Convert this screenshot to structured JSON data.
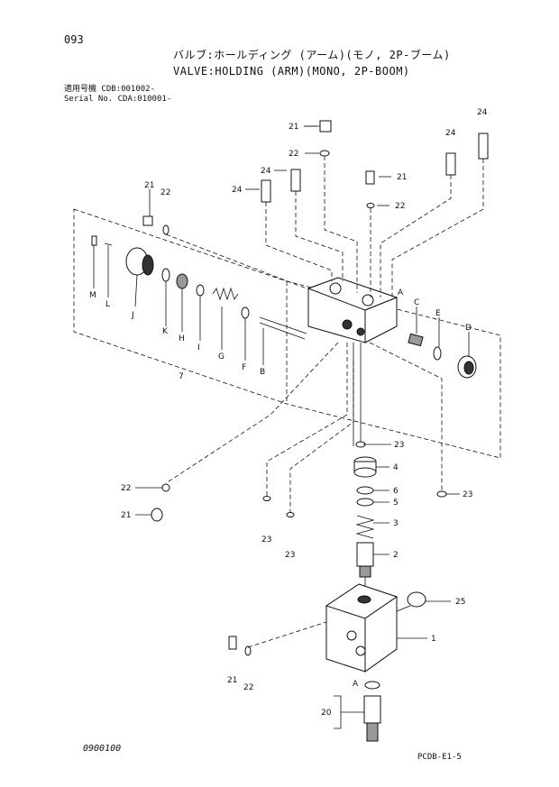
{
  "header": {
    "page_number": "093",
    "title_jp": "バルブ:ホールディング (アーム)(モノ, 2P-ブーム)",
    "title_en": "VALVE:HOLDING (ARM)(MONO, 2P-BOOM)",
    "serial_line_1": "適用号機 CDB:001002-",
    "serial_line_2": "Serial No. CDA:010001-"
  },
  "footer": {
    "drawing_number": "0900100",
    "page_ref": "PCDB-E1-5"
  },
  "callouts": {
    "c1": "1",
    "c2": "2",
    "c3": "3",
    "c4": "4",
    "c5": "5",
    "c6": "6",
    "c7": "7",
    "c20": "20",
    "c25": "25",
    "c21a": "21",
    "c21b": "21",
    "c21c": "21",
    "c21d": "21",
    "c21e": "21",
    "c22a": "22",
    "c22b": "22",
    "c22c": "22",
    "c22d": "22",
    "c22e": "22",
    "c23a": "23",
    "c23b": "23",
    "c23c": "23",
    "c23d": "23",
    "c24a": "24",
    "c24b": "24",
    "c24c": "24",
    "c24d": "24",
    "cA1": "A",
    "cA2": "A",
    "cB": "B",
    "cC": "C",
    "cD": "D",
    "cE": "E",
    "cF": "F",
    "cG": "G",
    "cH": "H",
    "cI": "I",
    "cJ": "J",
    "cK": "K",
    "cL": "L",
    "cM": "M"
  }
}
